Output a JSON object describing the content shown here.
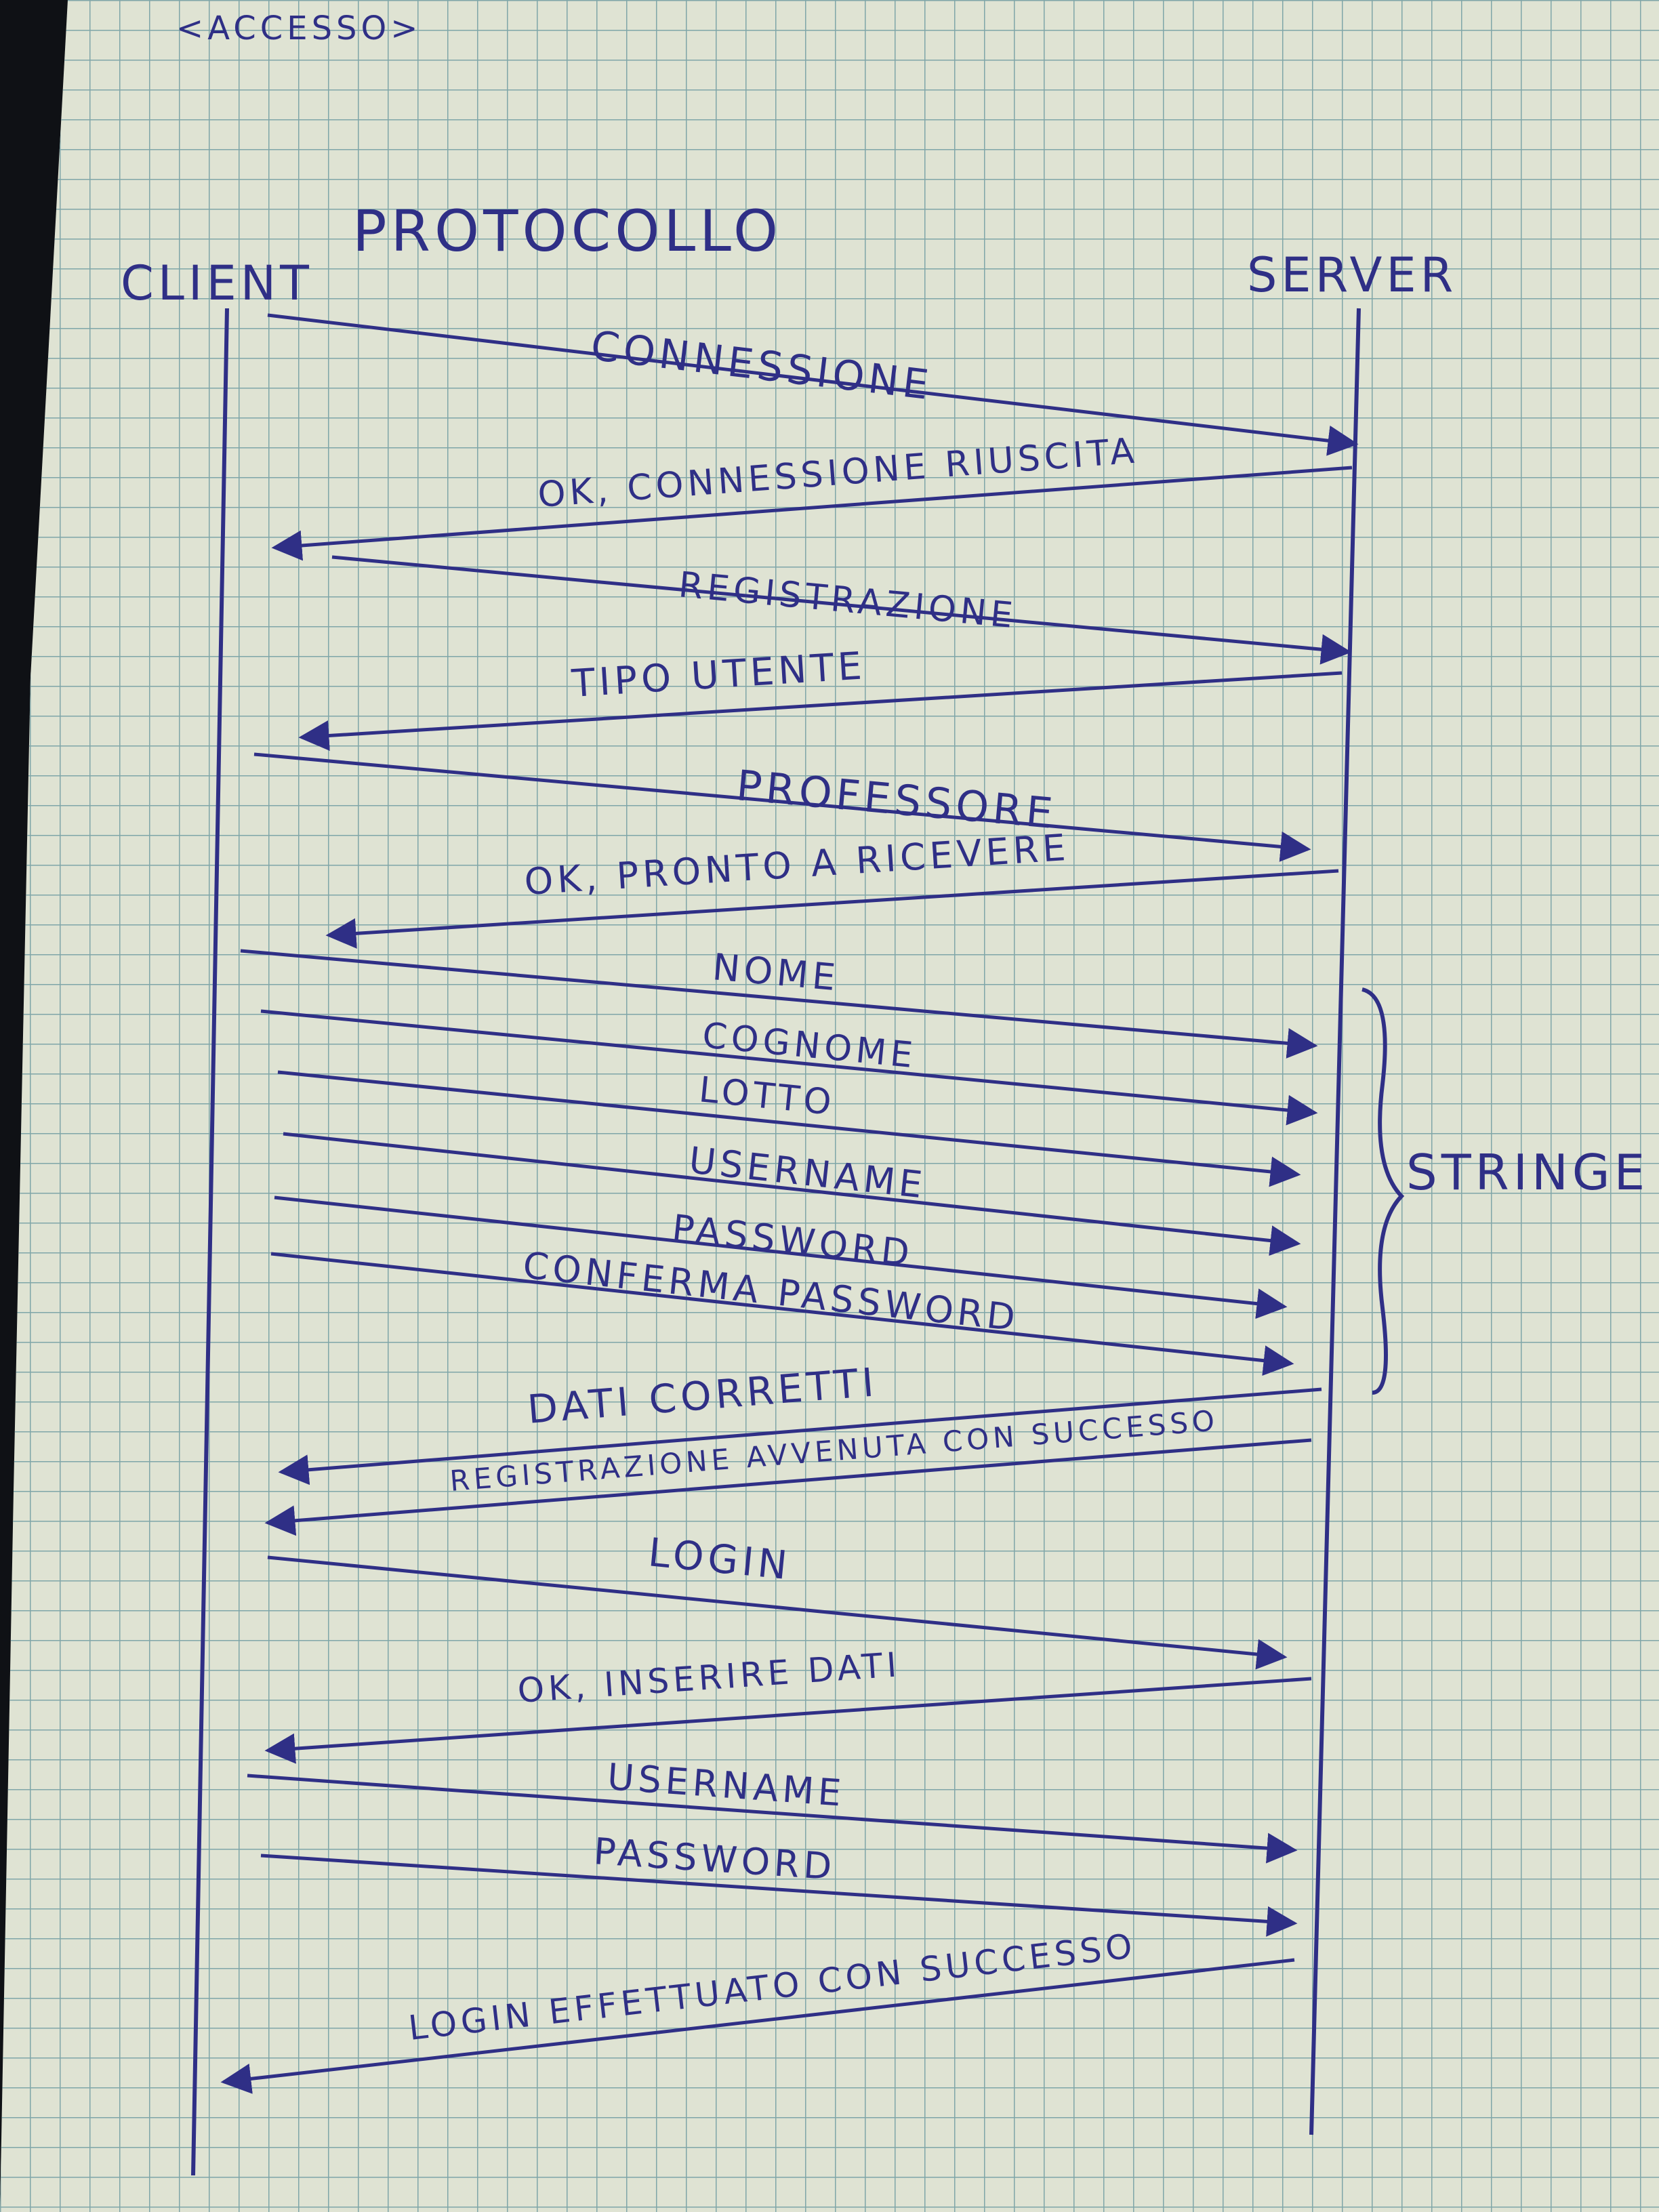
{
  "header_tag": "<ACCESSO>",
  "title": "PROTOCOLLO",
  "participants": {
    "client": "CLIENT",
    "server": "SERVER"
  },
  "brace_label": "STRINGE",
  "messages": [
    "CONNESSIONE",
    "OK, CONNESSIONE RIUSCITA",
    "REGISTRAZIONE",
    "TIPO UTENTE",
    "PROFESSORE",
    "OK, PRONTO A RICEVERE",
    "NOME",
    "COGNOME",
    "LOTTO",
    "USERNAME",
    "PASSWORD",
    "CONFERMA PASSWORD",
    "DATI CORRETTI",
    "REGISTRAZIONE AVVENUTA CON SUCCESSO",
    "LOGIN",
    "OK, INSERIRE DATI",
    "USERNAME",
    "PASSWORD",
    "LOGIN EFFETTUATO CON SUCCESSO"
  ],
  "colors": {
    "ink": "#2f2f86",
    "paper": "#dfe3d3",
    "grid": "#7fa6a8",
    "background": "#0f1115"
  }
}
